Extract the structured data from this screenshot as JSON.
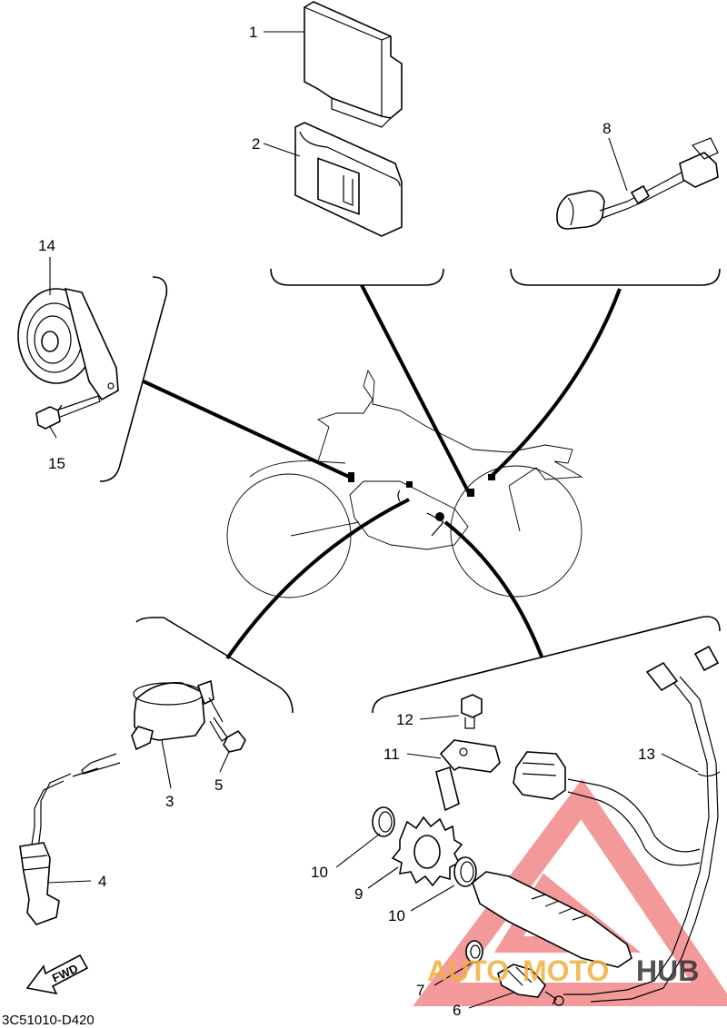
{
  "diagram_code": "3C51010-D420",
  "direction_label": "FWD",
  "watermark": {
    "part1": "AUTO",
    "part2": "MOTO",
    "part3": "HUB",
    "color_primary": "#f07878",
    "color_secondary": "#f0b040",
    "color_dark": "#333333"
  },
  "callouts": {
    "c1": "1",
    "c2": "2",
    "c3": "3",
    "c4": "4",
    "c5": "5",
    "c6": "6",
    "c7": "7",
    "c8": "8",
    "c9": "9",
    "c10a": "10",
    "c10b": "10",
    "c11": "11",
    "c12": "12",
    "c13": "13",
    "c14": "14",
    "c15": "15"
  }
}
